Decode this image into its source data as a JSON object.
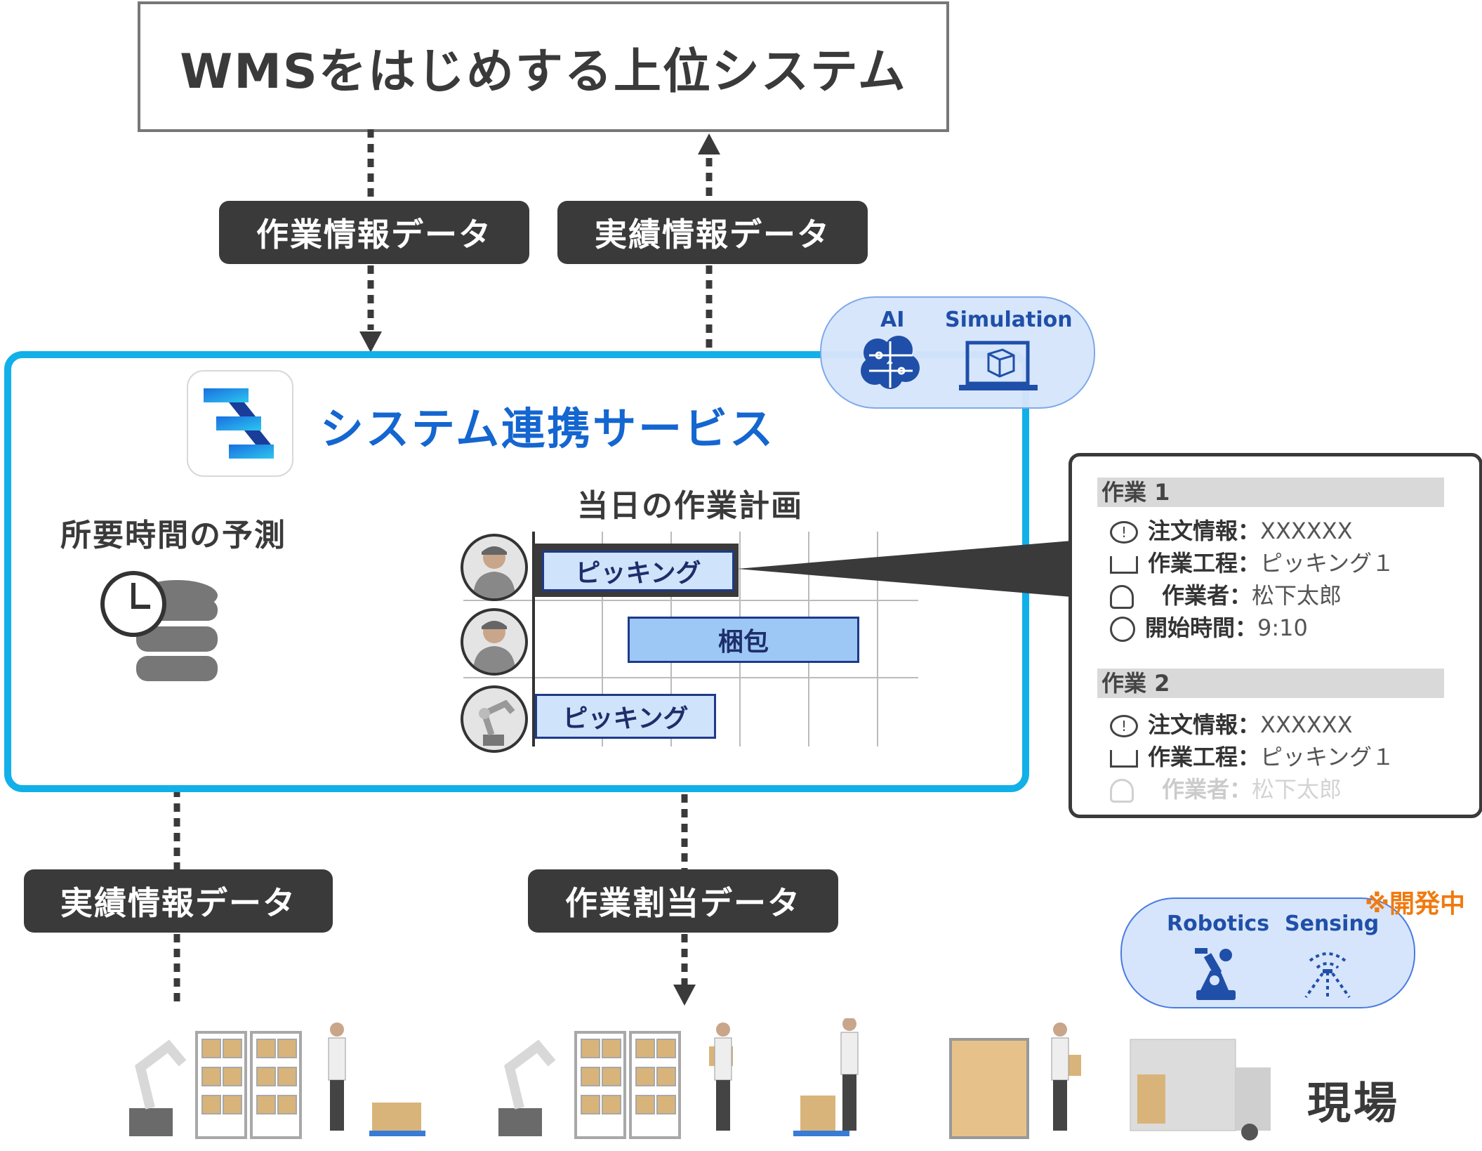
{
  "top_system": {
    "title": "WMSをはじめする上位システム"
  },
  "flows": {
    "work_info": "作業情報データ",
    "results_top": "実績情報データ",
    "results_bottom": "実績情報データ",
    "assignment": "作業割当データ"
  },
  "tech_badge": {
    "ai": "AI",
    "simulation": "Simulation"
  },
  "service": {
    "title": "システム連携サービス",
    "predict_label": "所要時間の予測",
    "plan_title": "当日の作業計画"
  },
  "gantt": {
    "tasks": [
      {
        "label": "ピッキング"
      },
      {
        "label": "梱包"
      },
      {
        "label": "ピッキング"
      }
    ]
  },
  "detail_panel": {
    "job1": {
      "header": "作業 1",
      "rows": [
        {
          "key": "注文情報：",
          "value": "XXXXXX"
        },
        {
          "key": "作業工程：",
          "value": "ピッキング１"
        },
        {
          "key": "作業者：",
          "value": "松下太郎"
        },
        {
          "key": "開始時間：",
          "value": "9:10"
        }
      ]
    },
    "job2": {
      "header": "作業 2",
      "rows": [
        {
          "key": "注文情報：",
          "value": "XXXXXX"
        },
        {
          "key": "作業工程：",
          "value": "ピッキング１"
        },
        {
          "key": "作業者：",
          "value": "松下太郎"
        }
      ]
    }
  },
  "field_badge": {
    "robotics": "Robotics",
    "sensing": "Sensing",
    "note": "※開発中"
  },
  "field": {
    "label": "現場"
  },
  "colors": {
    "accent": "#12b0e8",
    "service_text": "#1466d0",
    "pill": "#3a3a3a",
    "note": "#f07a10"
  }
}
